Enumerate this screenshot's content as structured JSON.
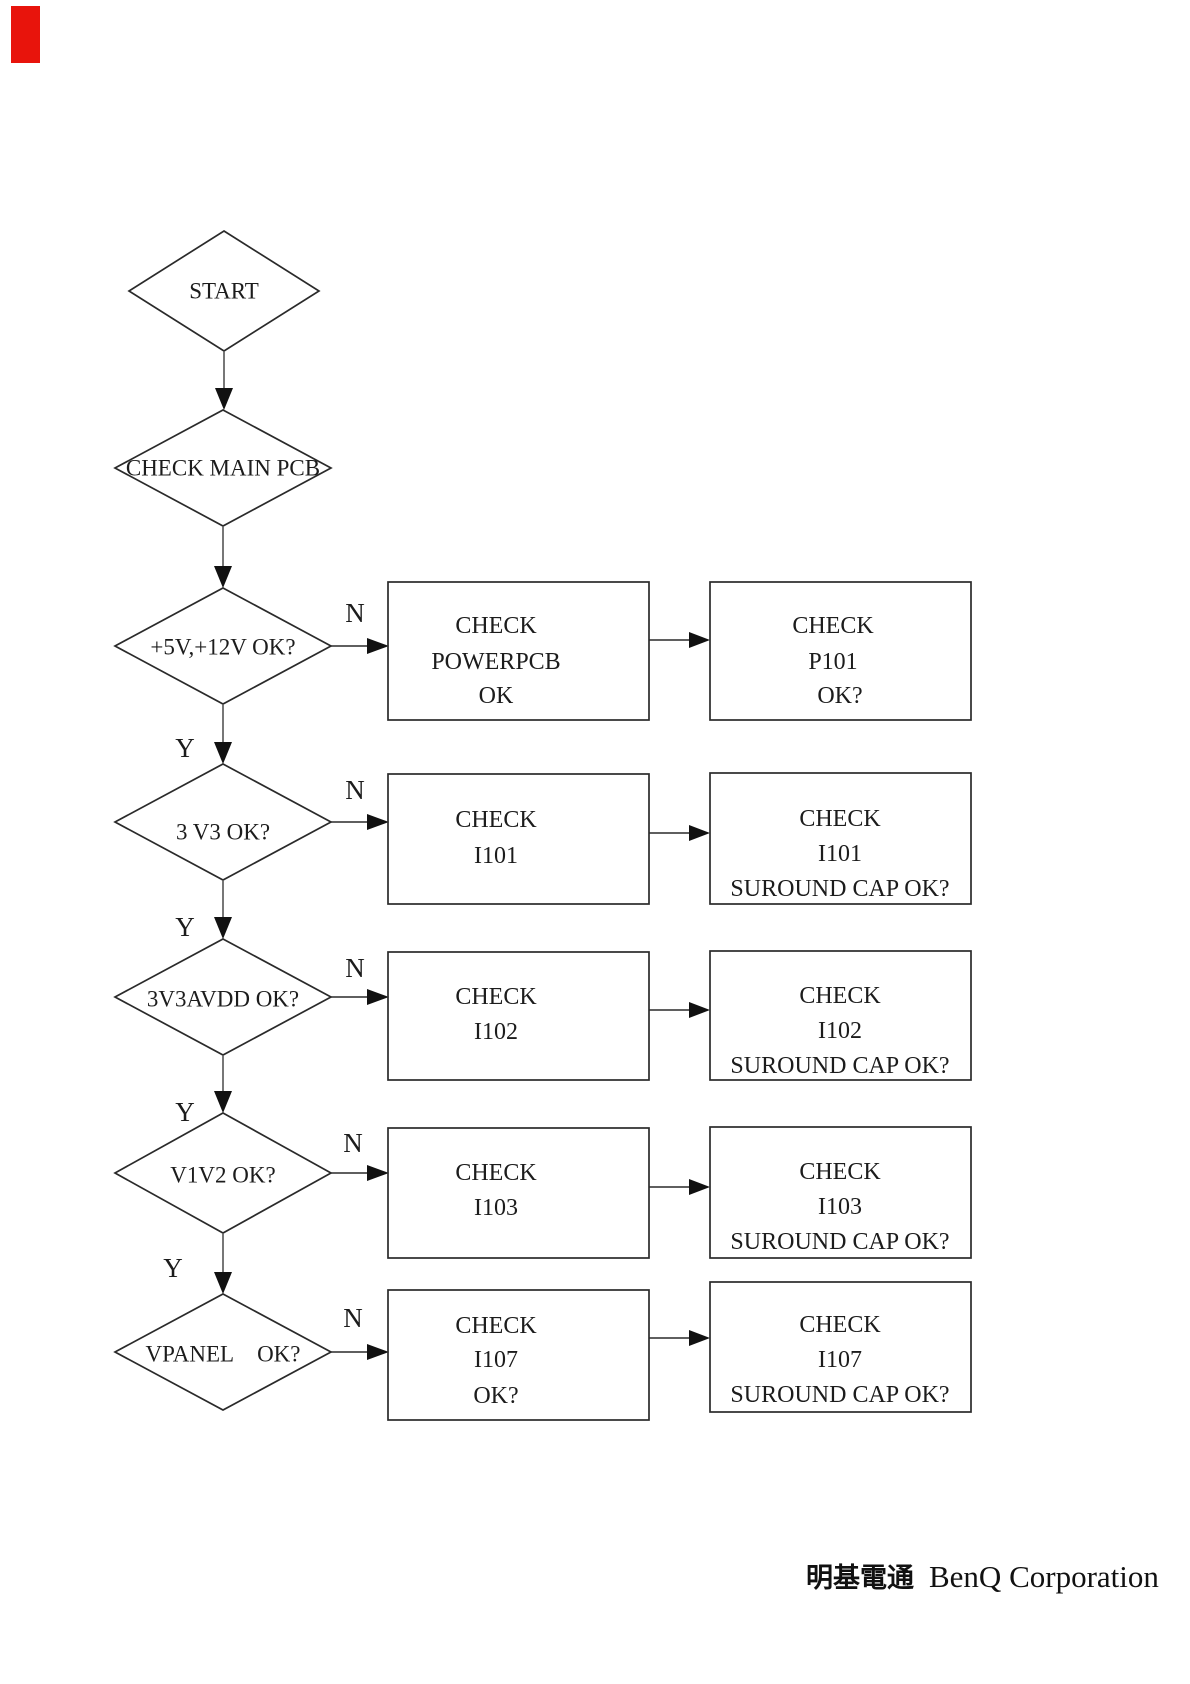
{
  "page": {
    "corner_mark_color": "#e8140c",
    "footer": {
      "company_cjk": "明基電通",
      "company_en": "BenQ Corporation"
    }
  },
  "flow": {
    "branch_yes": "Y",
    "branch_no": "N",
    "diamonds": [
      {
        "label": "START"
      },
      {
        "label": "CHECK MAIN PCB"
      },
      {
        "label": "+5V,+12V OK?"
      },
      {
        "label": "3 V3 OK?"
      },
      {
        "label": "3V3AVDD OK?"
      },
      {
        "label": "V1V2 OK?"
      },
      {
        "label": "VPANEL    OK?"
      }
    ],
    "boxes": [
      {
        "lines": [
          "CHECK",
          "POWERPCB",
          "OK"
        ]
      },
      {
        "lines": [
          "CHECK",
          "P101",
          "OK?"
        ]
      },
      {
        "lines": [
          "CHECK",
          "I101"
        ]
      },
      {
        "lines": [
          "CHECK",
          "I101",
          "SUROUND CAP OK?"
        ]
      },
      {
        "lines": [
          "CHECK",
          "I102"
        ]
      },
      {
        "lines": [
          "CHECK",
          "I102",
          "SUROUND CAP OK?"
        ]
      },
      {
        "lines": [
          "CHECK",
          "I103"
        ]
      },
      {
        "lines": [
          "CHECK",
          "I103",
          "SUROUND CAP OK?"
        ]
      },
      {
        "lines": [
          "CHECK",
          "I107",
          "OK?"
        ]
      },
      {
        "lines": [
          "CHECK",
          "I107",
          "SUROUND CAP OK?"
        ]
      }
    ]
  }
}
